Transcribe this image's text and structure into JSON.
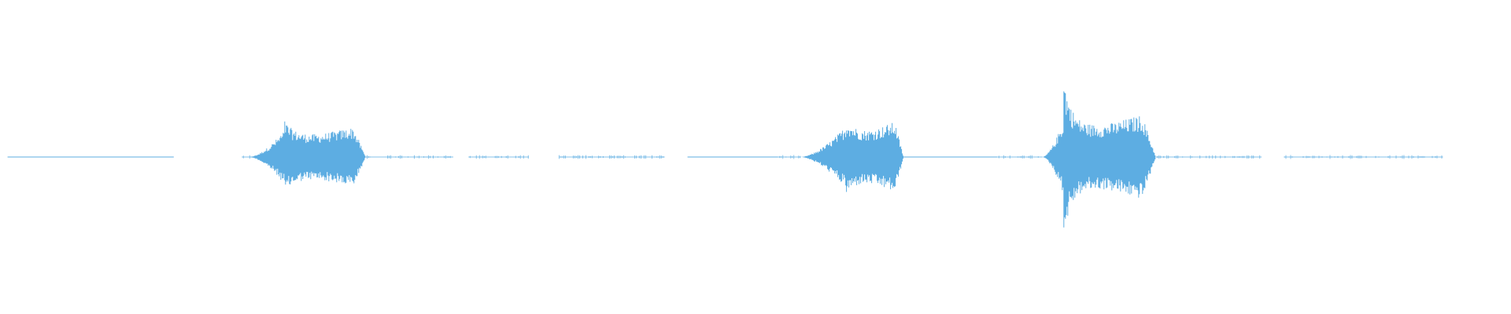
{
  "waveform": {
    "color": "#5dade2",
    "background": "#ffffff",
    "duration_fraction_drawn": 0.92,
    "segments": [
      {
        "kind": "silence-line",
        "start": 0.005,
        "end": 0.115
      },
      {
        "kind": "noise-ticks",
        "start": 0.16,
        "end": 0.17
      },
      {
        "kind": "burst",
        "start": 0.165,
        "end": 0.242,
        "peak": 0.24,
        "body": 0.17,
        "attack_at": 0.188
      },
      {
        "kind": "noise-ticks",
        "start": 0.242,
        "end": 0.3
      },
      {
        "kind": "noise-ticks",
        "start": 0.31,
        "end": 0.35
      },
      {
        "kind": "noise-ticks",
        "start": 0.37,
        "end": 0.44
      },
      {
        "kind": "silence-line",
        "start": 0.455,
        "end": 0.515
      },
      {
        "kind": "noise-ticks",
        "start": 0.515,
        "end": 0.53
      },
      {
        "kind": "burst",
        "start": 0.53,
        "end": 0.598,
        "peak": 0.24,
        "body": 0.2,
        "attack_at": 0.56
      },
      {
        "kind": "silence-line",
        "start": 0.598,
        "end": 0.66
      },
      {
        "kind": "noise-ticks",
        "start": 0.66,
        "end": 0.69
      },
      {
        "kind": "burst",
        "start": 0.69,
        "end": 0.765,
        "peak": 0.52,
        "body": 0.24,
        "attack_at": 0.704
      },
      {
        "kind": "noise-ticks",
        "start": 0.765,
        "end": 0.835
      },
      {
        "kind": "noise-ticks",
        "start": 0.85,
        "end": 0.955
      }
    ]
  }
}
